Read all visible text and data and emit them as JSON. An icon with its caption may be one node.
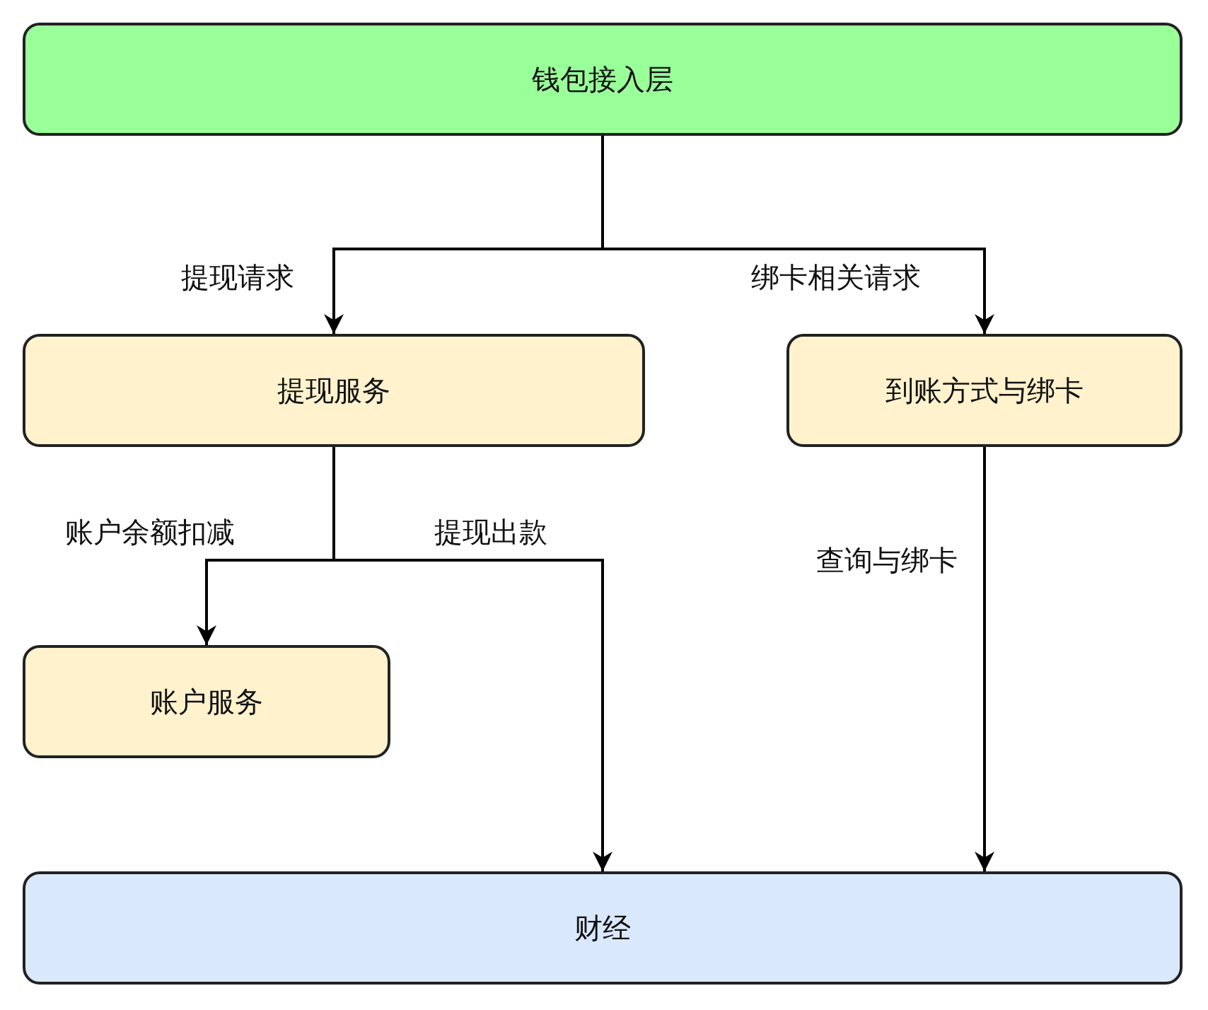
{
  "diagram": {
    "nodes": [
      {
        "text": [
          "钱包接入层"
        ]
      },
      {
        "text": [
          "提现服务"
        ]
      },
      {
        "text": [
          "到账方式与绑卡"
        ]
      },
      {
        "text": [
          "账户服务"
        ]
      },
      {
        "text": [
          "财经"
        ]
      }
    ],
    "edges": [
      {
        "from": 0,
        "to": 1,
        "arrow": "to",
        "label": "提现请求"
      },
      {
        "from": 0,
        "to": 2,
        "arrow": "to",
        "label": "绑卡相关请求"
      },
      {
        "from": 1,
        "to": 3,
        "arrow": "to",
        "label": "账户余额扣减"
      },
      {
        "from": 1,
        "to": 4,
        "arrow": "to",
        "label": "提现出款"
      },
      {
        "from": 2,
        "to": 4,
        "arrow": "to",
        "label": "查询与绑卡"
      }
    ]
  }
}
